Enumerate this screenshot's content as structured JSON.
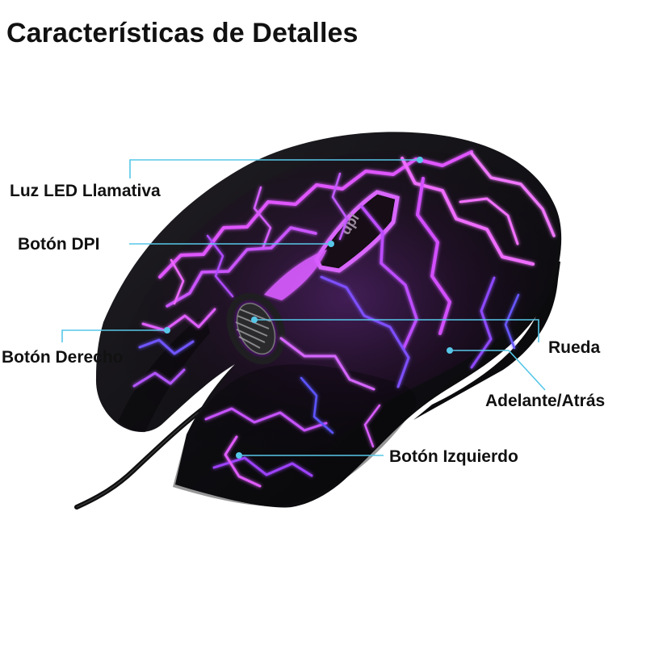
{
  "title": "Características de Detalles",
  "colors": {
    "background": "#ffffff",
    "mouse_shell": "#151217",
    "led_glow": "#d35cff",
    "callout_line": "#57c7e8",
    "label_text": "#111111"
  },
  "callouts": {
    "led": "Luz LED Llamativa",
    "dpi": "Botón DPI",
    "right_button": "Botón Derecho",
    "wheel": "Rueda",
    "forward_back": "Adelante/Atrás",
    "left_button": "Botón Izquierdo"
  },
  "icons": {
    "mouse": "gaming-mouse-icon",
    "led_texture": "cracked-led-pattern"
  }
}
